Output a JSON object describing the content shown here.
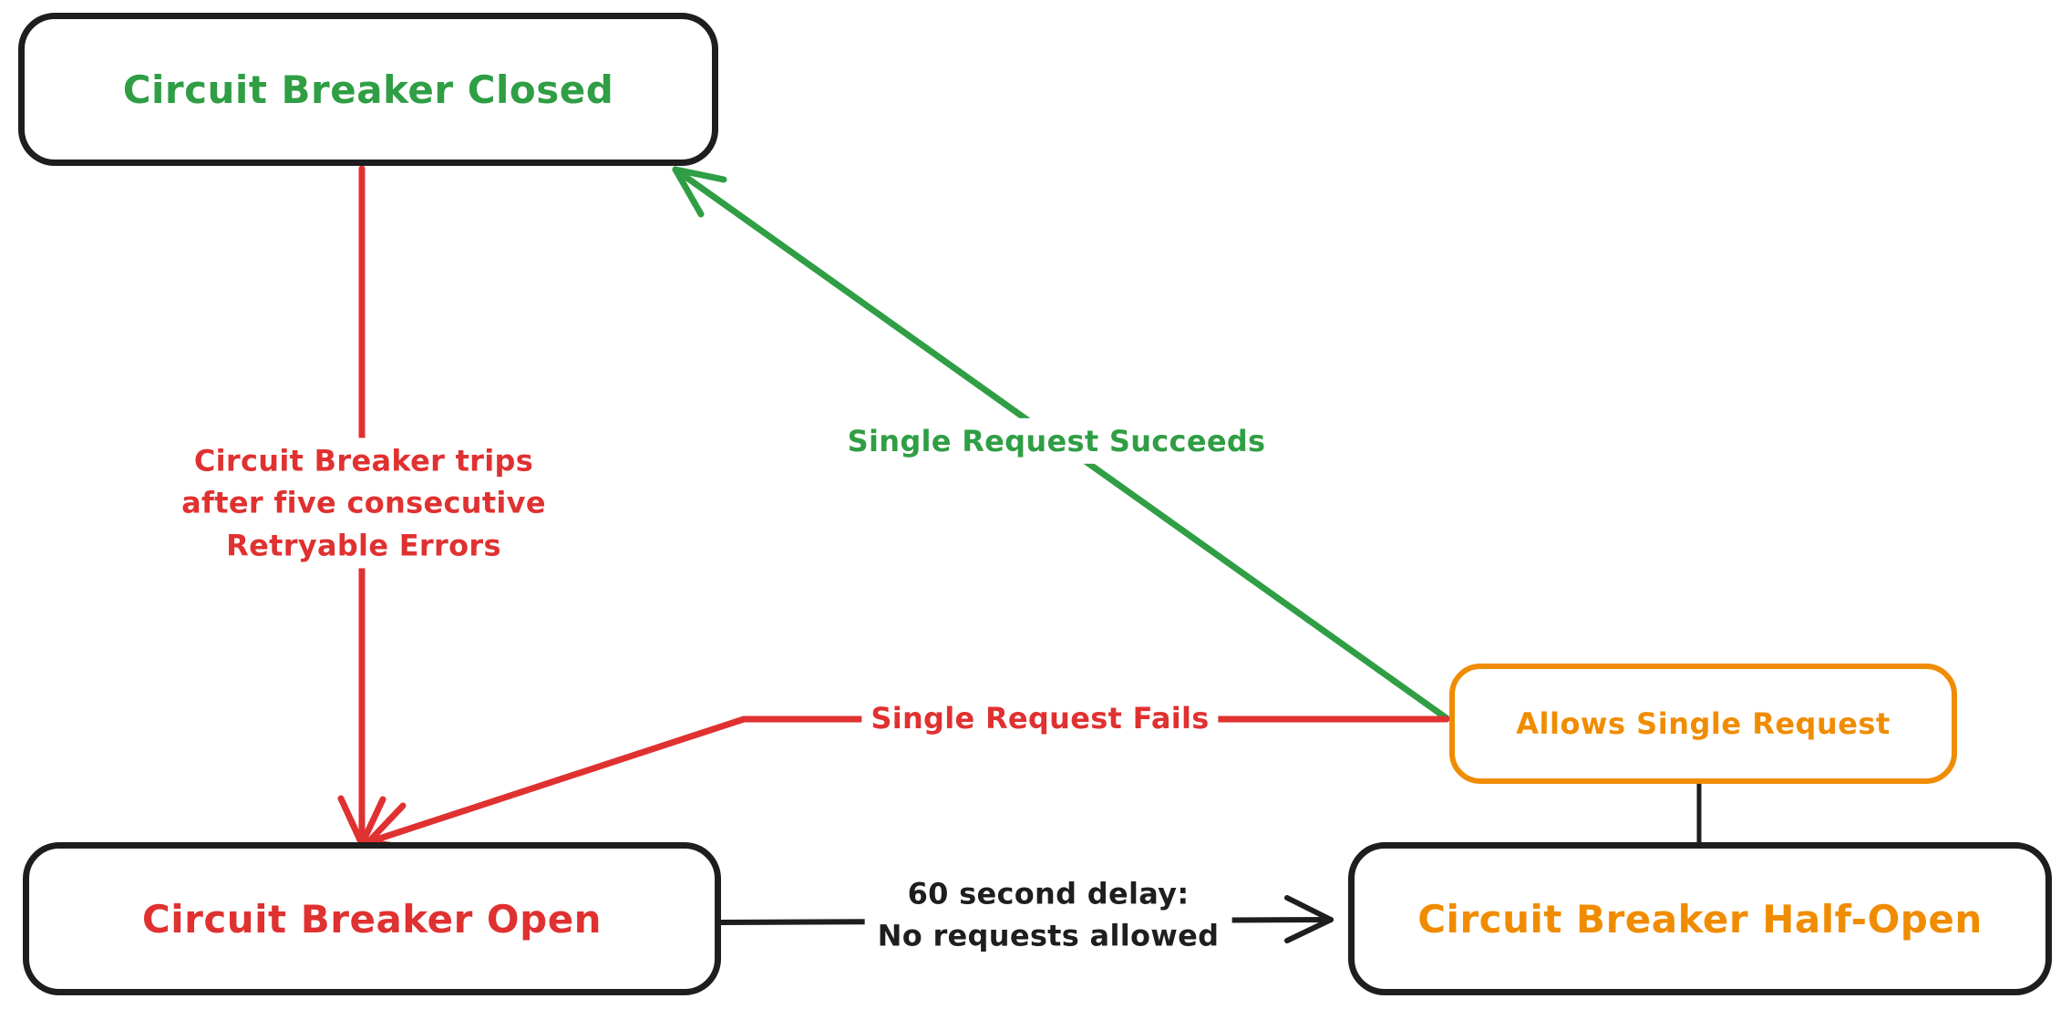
{
  "diagram": {
    "colors": {
      "green": "#2f9e44",
      "red": "#e03131",
      "orange": "#f08c00",
      "black": "#1e1e1e",
      "background": "#ffffff"
    },
    "nodes": [
      {
        "id": "closed",
        "label": "Circuit Breaker Closed",
        "text_color": "green",
        "border_color": "black"
      },
      {
        "id": "open",
        "label": "Circuit Breaker Open",
        "text_color": "red",
        "border_color": "black"
      },
      {
        "id": "half_open",
        "label": "Circuit Breaker Half-Open",
        "text_color": "orange",
        "border_color": "black"
      },
      {
        "id": "allows",
        "label": "Allows Single Request",
        "text_color": "orange",
        "border_color": "orange"
      }
    ],
    "edges": [
      {
        "id": "trips",
        "from": "closed",
        "to": "open",
        "color": "red",
        "arrowhead": "end",
        "lines": [
          "Circuit Breaker trips",
          "after five consecutive",
          "Retryable Errors"
        ]
      },
      {
        "id": "succeeds",
        "from": "allows",
        "to": "closed",
        "color": "green",
        "arrowhead": "end",
        "lines": [
          "Single Request Succeeds"
        ]
      },
      {
        "id": "fails",
        "from": "allows",
        "to": "open",
        "color": "red",
        "arrowhead": "end",
        "lines": [
          "Single Request Fails"
        ]
      },
      {
        "id": "delay",
        "from": "open",
        "to": "half_open",
        "color": "black",
        "arrowhead": "end",
        "lines": [
          "60 second delay:",
          "No requests allowed"
        ]
      },
      {
        "id": "allows_connector",
        "from": "allows",
        "to": "half_open",
        "color": "black",
        "arrowhead": "none",
        "lines": []
      }
    ]
  }
}
